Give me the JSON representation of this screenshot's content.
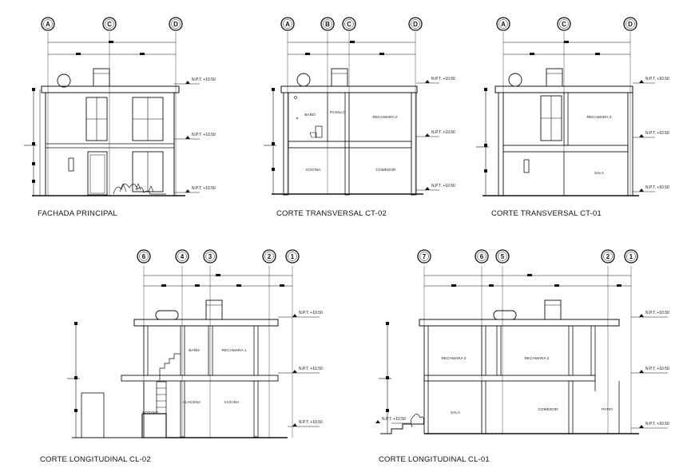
{
  "drawings": [
    {
      "id": "fachada",
      "title": "FACHADA PRINCIPAL",
      "axes": [
        "A",
        "C",
        "D"
      ],
      "levels": [
        "N.P.T. +10.50",
        "N.P.T. +10.50",
        "N.P.T. +10.50"
      ],
      "rooms": []
    },
    {
      "id": "ct02",
      "title": "CORTE TRANSVERSAL CT-02",
      "axes": [
        "A",
        "B",
        "C",
        "D"
      ],
      "levels": [
        "N.P.T. +10.50",
        "N.P.T. +10.50",
        "N.P.T. +10.50"
      ],
      "rooms": [
        "BAÑO",
        "PASILLO",
        "RECAMARA 2",
        "COCINA",
        "COMEDOR"
      ]
    },
    {
      "id": "ct01",
      "title": "CORTE TRANSVERSAL CT-01",
      "axes": [
        "A",
        "C",
        "D"
      ],
      "levels": [
        "N.P.T. +10.50",
        "N.P.T. +10.50",
        "N.P.T. +10.50"
      ],
      "rooms": [
        "RECAMARA 3",
        "SALA"
      ]
    },
    {
      "id": "cl02",
      "title": "CORTE LONGITUDINAL CL-02",
      "axes": [
        "6",
        "4",
        "3",
        "2",
        "1"
      ],
      "levels": [
        "N.P.T. +10.50",
        "N.P.T. +10.50",
        "N.P.T. +10.50"
      ],
      "rooms": [
        "BAÑO",
        "RECAMARA 1",
        "ALACENA",
        "COCINA",
        "SOTANO"
      ]
    },
    {
      "id": "cl01",
      "title": "CORTE LONGITUDINAL CL-01",
      "axes": [
        "7",
        "6",
        "5",
        "2",
        "1"
      ],
      "levels": [
        "N.P.T. +10.50",
        "N.P.T. +10.50",
        "N.P.T. +10.50",
        "N.P.T. +10.50"
      ],
      "rooms": [
        "RECAMARA 3",
        "RECAMARA 2",
        "SALA",
        "COMEDOR",
        "PATIO"
      ]
    }
  ]
}
